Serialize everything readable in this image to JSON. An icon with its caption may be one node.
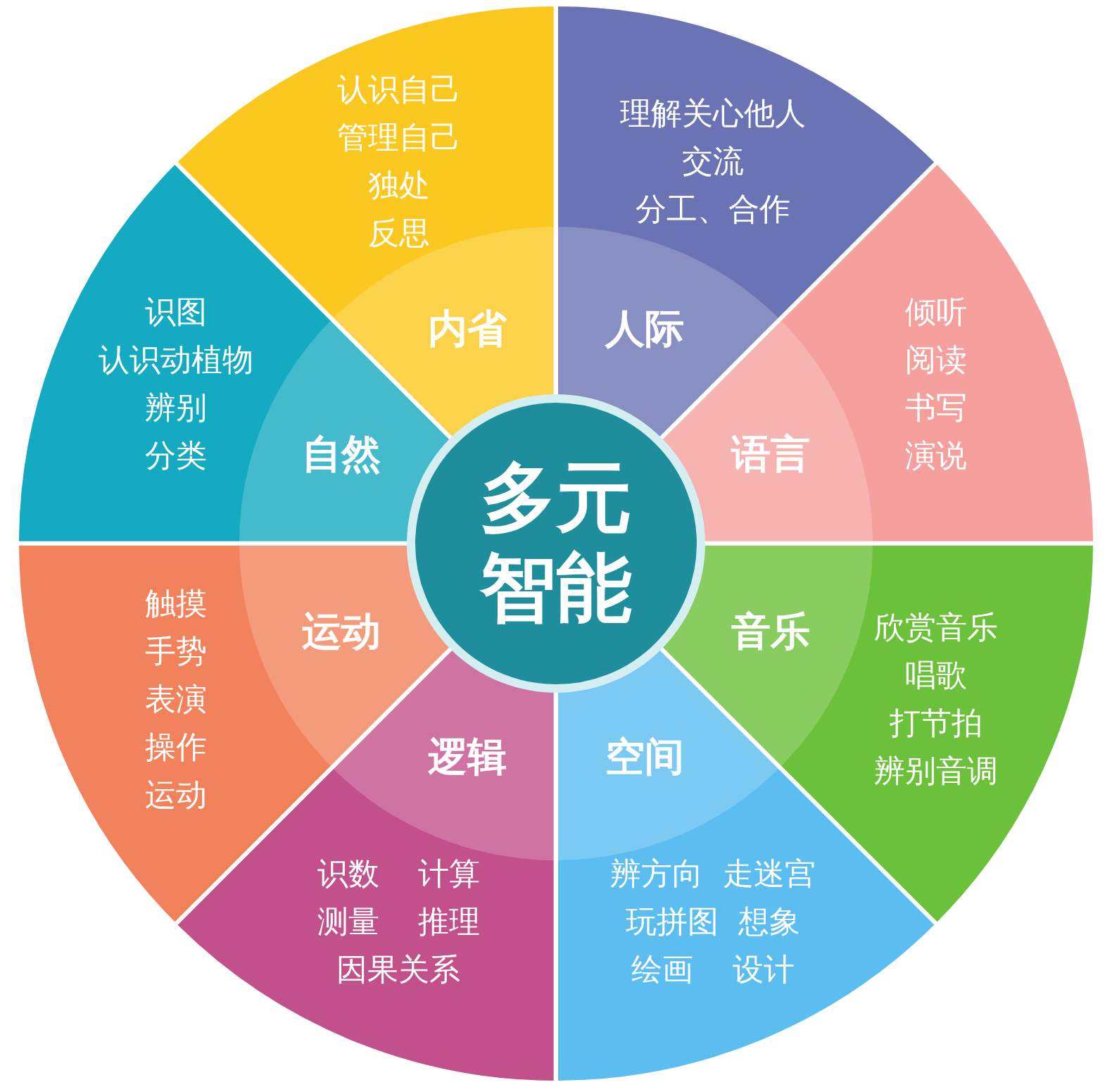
{
  "diagram": {
    "nodes": [
      {
        "text": [
          "多元智能"
        ]
      },
      {
        "text": [
          "认识自己",
          "管理自己",
          "独处",
          "反思",
          "内省"
        ]
      },
      {
        "text": [
          "理解关心他人",
          "交流",
          "分工、合作",
          "人际"
        ]
      },
      {
        "text": [
          "语言",
          "倾听",
          "阅读",
          "书写",
          "演说"
        ]
      },
      {
        "text": [
          "音乐",
          "欣赏音乐",
          "唱歌",
          "打节拍",
          "辨别音调"
        ]
      },
      {
        "text": [
          "空间",
          "辨方向  走迷宫",
          "玩拼图  想象",
          "绘画    设计"
        ]
      },
      {
        "text": [
          "逻辑",
          "识数    计算",
          "测量    推理",
          "因果关系"
        ]
      },
      {
        "text": [
          "运动",
          "触摸",
          "手势",
          "表演",
          "操作",
          "运动"
        ]
      },
      {
        "text": [
          "自然",
          "识图",
          "认识动植物",
          "辨别",
          "分类"
        ]
      }
    ]
  }
}
